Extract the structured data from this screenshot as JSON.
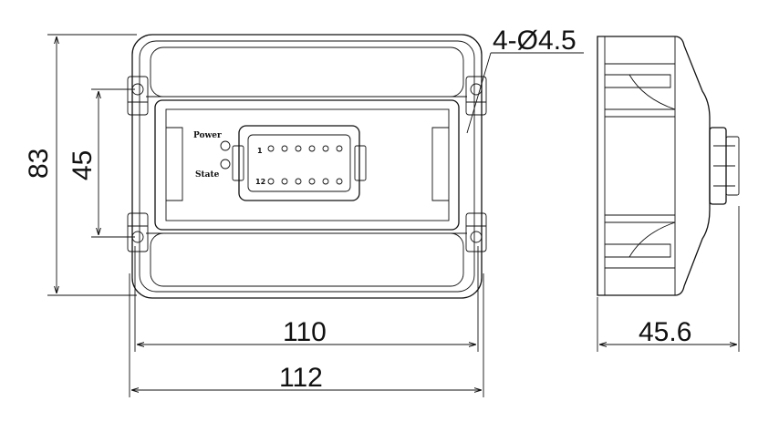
{
  "dimensions": {
    "height_total": "83",
    "hole_spacing": "45",
    "width_inner": "110",
    "width_outer": "112",
    "depth": "45.6",
    "holes": "4-Ø4.5"
  },
  "leds": {
    "power": "Power",
    "state": "State"
  },
  "connector": {
    "pin_first": "1",
    "pin_last": "12"
  }
}
